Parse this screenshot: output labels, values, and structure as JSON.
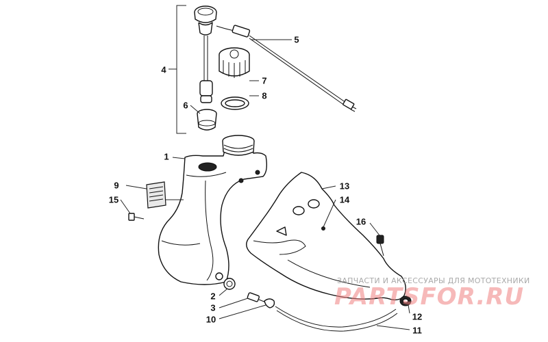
{
  "diagram": {
    "callouts": [
      {
        "id": "1",
        "label": "1"
      },
      {
        "id": "2",
        "label": "2"
      },
      {
        "id": "3",
        "label": "3"
      },
      {
        "id": "4",
        "label": "4"
      },
      {
        "id": "5",
        "label": "5"
      },
      {
        "id": "6",
        "label": "6"
      },
      {
        "id": "7",
        "label": "7"
      },
      {
        "id": "8",
        "label": "8"
      },
      {
        "id": "9",
        "label": "9"
      },
      {
        "id": "10",
        "label": "10"
      },
      {
        "id": "11",
        "label": "11"
      },
      {
        "id": "12",
        "label": "12"
      },
      {
        "id": "13",
        "label": "13"
      },
      {
        "id": "14",
        "label": "14"
      },
      {
        "id": "15",
        "label": "15"
      },
      {
        "id": "16",
        "label": "16"
      }
    ]
  },
  "watermark": {
    "caption": "ЗАПЧАСТИ И АКСЕССУАРЫ ДЛЯ МОТОТЕХНИКИ",
    "logo": "PARTSFOR.RU"
  }
}
